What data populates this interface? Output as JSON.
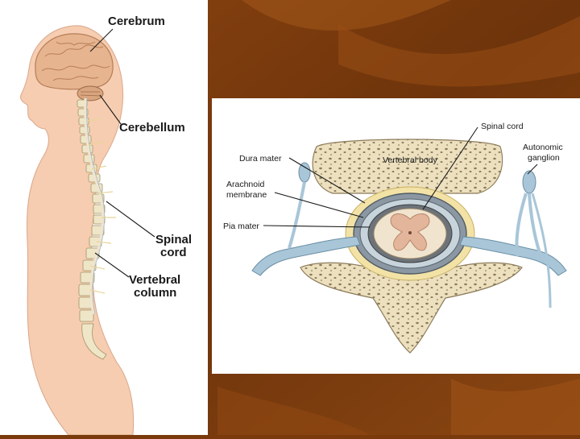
{
  "theme": {
    "background": "#7a3a0c",
    "background_highlight": "#b8651f",
    "skin": "#f6cdb0",
    "brain": "#e6b48f",
    "bone": "#efe6c8",
    "nerve": "#a9c6d8",
    "cord": "#f1e4cf"
  },
  "body_figure": {
    "labels": {
      "cerebrum": "Cerebrum",
      "cerebellum": "Cerebellum",
      "spinal_cord_line1": "Spinal",
      "spinal_cord_line2": "cord",
      "vertebral_column_line1": "Vertebral",
      "vertebral_column_line2": "column"
    }
  },
  "cross_section": {
    "labels": {
      "spinal_cord": "Spinal cord",
      "autonomic_ganglion_line1": "Autonomic",
      "autonomic_ganglion_line2": "ganglion",
      "dura_mater": "Dura mater",
      "vertebral_body": "Vertebral body",
      "arachnoid_line1": "Arachnoid",
      "arachnoid_line2": "membrane",
      "pia_mater": "Pia mater"
    }
  }
}
